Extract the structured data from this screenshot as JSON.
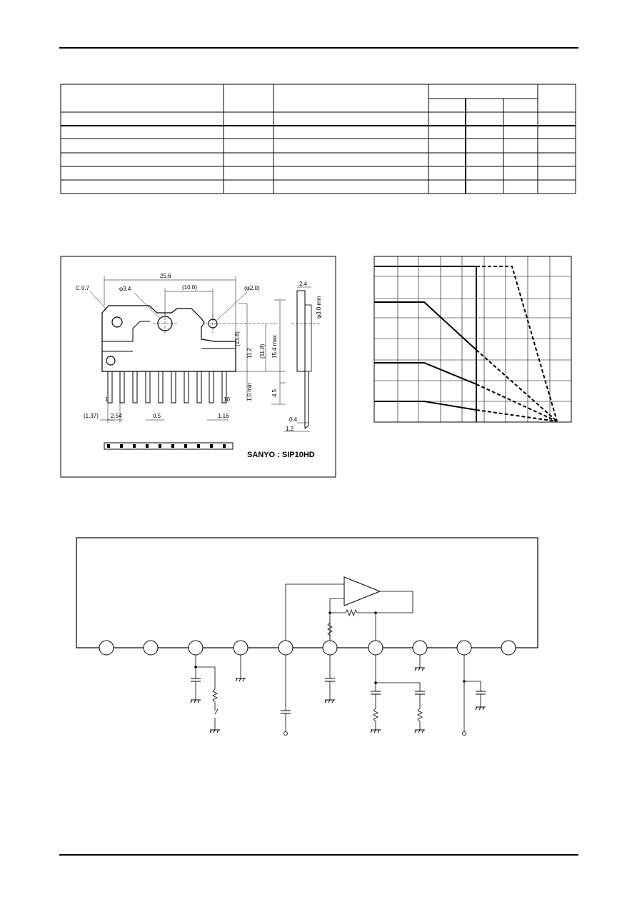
{
  "package": {
    "dims": {
      "chamfer": "C 0.7",
      "width": "25.6",
      "hole_dia": "φ3.4",
      "hole_pitch": "(10.0)",
      "pin_hole": "(φ2.0)",
      "h13": "(13.8)",
      "h11_2": "11.2",
      "h11_8": "(11.8)",
      "h15_4": "15.4 max",
      "h1_0": "1.0 min",
      "h4_5": "4.5",
      "p137": "(1.37)",
      "p254": "2.54",
      "p05": "0.5",
      "p116": "1.16",
      "t24": "2.4",
      "t30": "φ3.0 min",
      "t04": "0.4",
      "t12": "1.2",
      "pin1": "1",
      "pin10": "10"
    },
    "caption": "SANYO : SIP10HD"
  }
}
